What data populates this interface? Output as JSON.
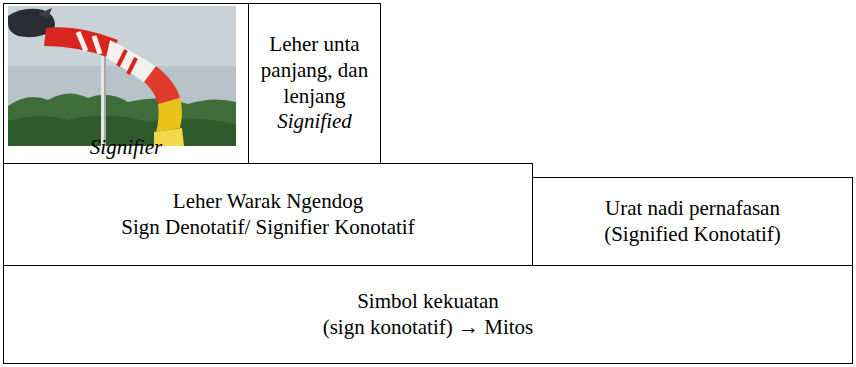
{
  "diagram": {
    "nodes": [
      {
        "text": [
          "Signifier"
        ]
      },
      {
        "text": [
          "Leher unta panjang, dan lenjang",
          "Signified"
        ]
      },
      {
        "text": [
          "Leher Warak Ngendog",
          "Sign Denotatif/ Signifier Konotatif"
        ]
      },
      {
        "text": [
          "Urat nadi pernafasan",
          "(Signified Konotatif)"
        ]
      },
      {
        "text": [
          "Simbol kekuatan",
          "(sign konotatif) → Mitos"
        ]
      }
    ]
  }
}
